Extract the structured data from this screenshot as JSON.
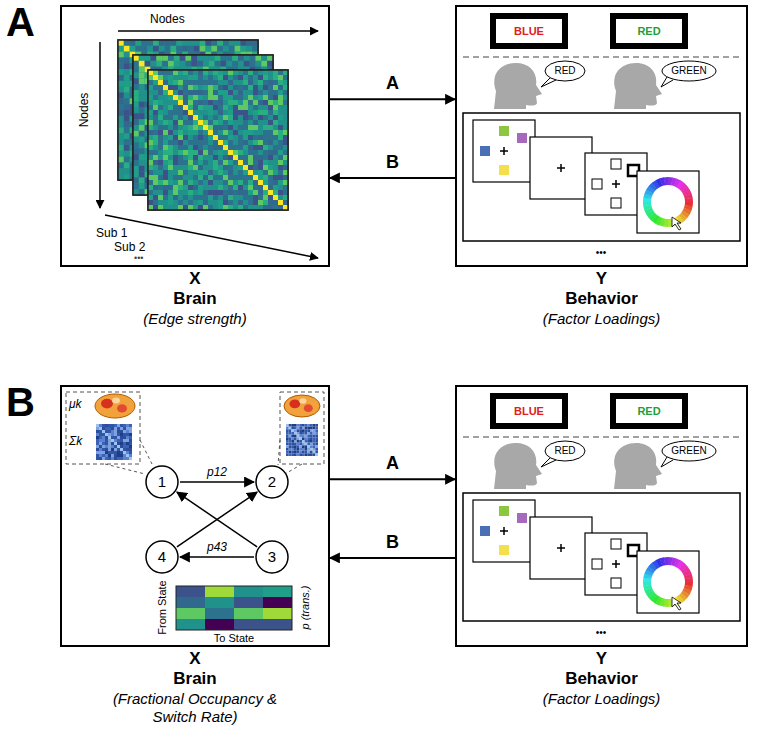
{
  "diagram": {
    "nodes": [
      {
        "text": [
          "X",
          "Brain",
          "(Edge strength)"
        ]
      },
      {
        "text": [
          "Y",
          "Behavior",
          "(Factor Loadings)"
        ]
      },
      {
        "text": [
          "X",
          "Brain",
          "(Fractional Occupancy & Switch Rate)"
        ]
      },
      {
        "text": [
          "1"
        ],
        "in": 2
      },
      {
        "text": [
          "2"
        ],
        "in": 2
      },
      {
        "text": [
          "4"
        ],
        "in": 2
      },
      {
        "text": [
          "3"
        ],
        "in": 2
      },
      {
        "text": [
          "Y",
          "Behavior",
          "(Factor Loadings)"
        ]
      }
    ],
    "edges": [
      {
        "from": 0,
        "to": 1,
        "label": "A",
        "arrow": "to"
      },
      {
        "from": 1,
        "to": 0,
        "label": "B",
        "arrow": "to"
      },
      {
        "from": 3,
        "to": 4,
        "label": "p12",
        "arrow": "to"
      },
      {
        "from": 6,
        "to": 3,
        "arrow": "to"
      },
      {
        "from": 5,
        "to": 4,
        "arrow": "to"
      },
      {
        "from": 6,
        "to": 5,
        "label": "p43",
        "arrow": "to"
      },
      {
        "from": 2,
        "to": 7,
        "label": "A",
        "arrow": "to"
      },
      {
        "from": 7,
        "to": 2,
        "label": "B",
        "arrow": "to"
      }
    ],
    "labels": [
      "A",
      "Nodes",
      "Nodes",
      "Sub 1",
      "Sub 2",
      "•••",
      "BLUE",
      "RED",
      "RED",
      "GREEN",
      "•••",
      "B",
      "μk",
      "Σk",
      "From State",
      "To State",
      "p (trans.)",
      "BLUE",
      "RED",
      "RED",
      "GREEN",
      "•••"
    ]
  }
}
